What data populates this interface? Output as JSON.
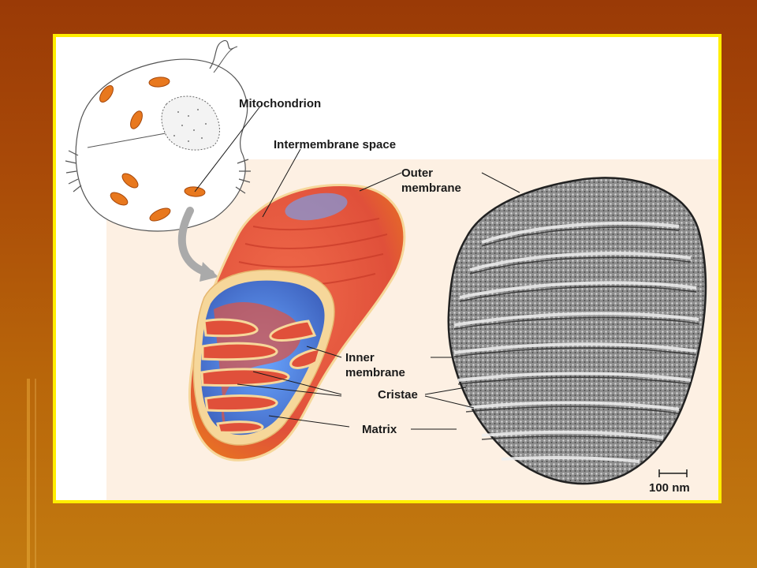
{
  "labels": {
    "mitochondrion": "Mitochondrion",
    "intermembrane_space": "Intermembrane space",
    "outer_membrane_1": "Outer",
    "outer_membrane_2": "membrane",
    "inner_membrane_1": "Inner",
    "inner_membrane_2": "membrane",
    "cristae": "Cristae",
    "matrix": "Matrix",
    "scale_bar": "100 nm"
  },
  "colors": {
    "slide_background": "#a94a08",
    "frame_border": "#ffee00",
    "panel_background": "#fdf0e3",
    "mitochondrion_orange": "#e8781e",
    "mitochondrion_red": "#e0503a",
    "membrane_cream": "#f6d79a",
    "matrix_blue": "#4a7fd0"
  }
}
